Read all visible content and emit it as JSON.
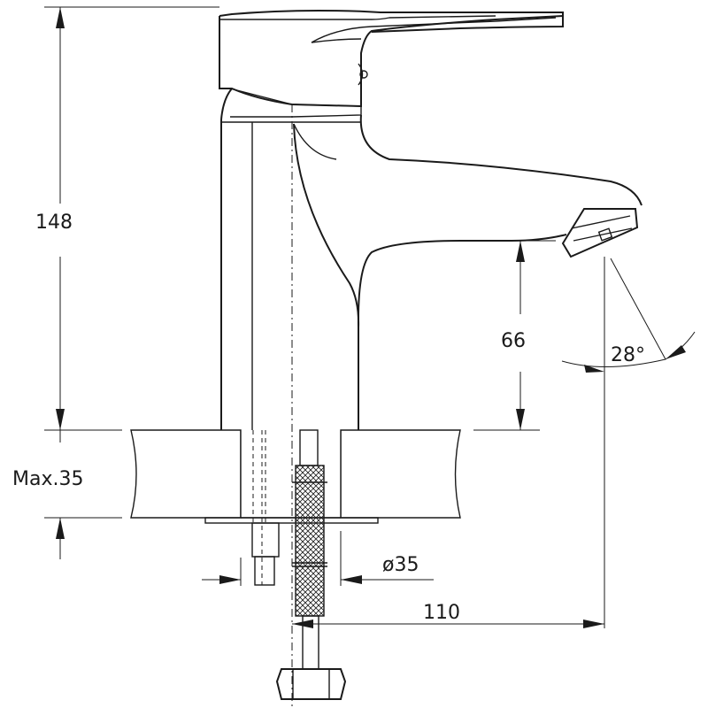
{
  "dimensions": {
    "total_height": "148",
    "spout_clearance": "66",
    "spout_angle": "28°",
    "max_countertop": "Max.35",
    "thread_diameter": "ø35",
    "spout_reach": "110"
  },
  "colors": {
    "line": "#1a1a1a",
    "background": "#ffffff"
  }
}
